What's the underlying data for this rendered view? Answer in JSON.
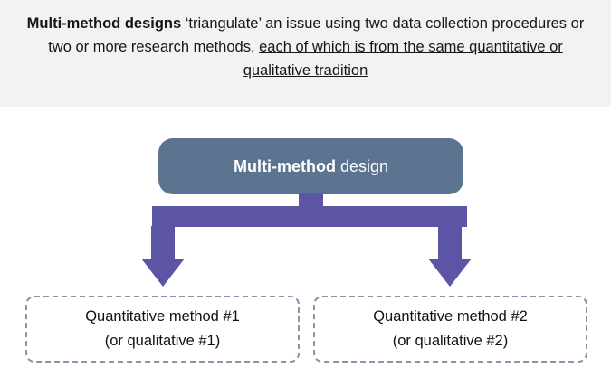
{
  "header": {
    "bold_text": "Multi-method designs",
    "body_text": " ‘triangulate’ an issue using two data collection procedures or two or more research methods, ",
    "underlined_text": "each of which is from the same quantitative or qualitative tradition"
  },
  "diagram": {
    "root": {
      "bold": "Multi-method",
      "rest": " design"
    },
    "leaves": [
      {
        "line1": "Quantitative method #1",
        "line2": "(or qualitative #1)"
      },
      {
        "line1": "Quantitative method #2",
        "line2": "(or qualitative #2)"
      }
    ],
    "colors": {
      "header_background": "#F2F2F2",
      "root_fill": "#5C7490",
      "root_text": "#FFFFFF",
      "arrow": "#5C54A5",
      "leaf_border": "#8496AB",
      "body_text": "#161616"
    }
  }
}
